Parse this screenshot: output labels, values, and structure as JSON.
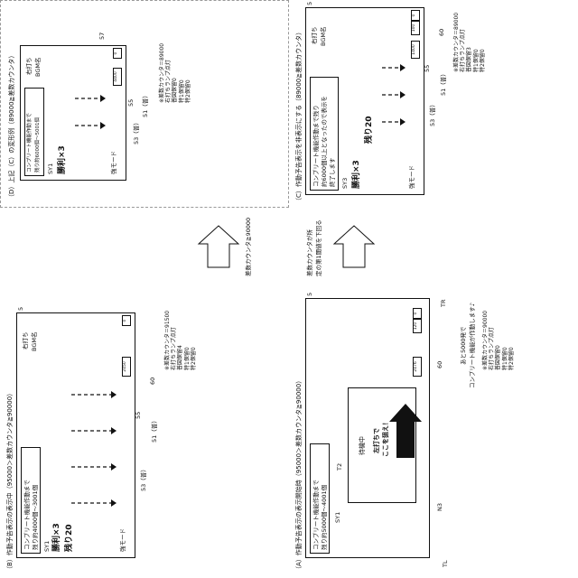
{
  "panelA": {
    "caption": "（A）作動予告表示の表示開始時（95000＞差数カウンタ≧90000）",
    "complete_line1": "コンプリート機能作動まで",
    "complete_line2": "残り約5000個～4001個",
    "sy1": "SY1",
    "t2": "T2",
    "standby": "待機中",
    "hint_line1": "左打ちで",
    "hint_line2": "ここを狙え！",
    "tr": "TR",
    "tl": "TL",
    "n3": "N3",
    "ref60": "60",
    "ref5": "5",
    "counter_val": "2476",
    "counter_small": "120",
    "counter_zero": "0",
    "callout_line1": "あと5000発で",
    "callout_line2": "コンプリート機能が作動します♪",
    "status": [
      "※差数カウンタ＝90000",
      "右打ちランプ点灯",
      "普図保留0",
      "特1保留0",
      "特2保留0"
    ]
  },
  "arrowDown": "差数カウンタ≧90000",
  "arrowUp_line1": "差数カウンタが所",
  "arrowUp_line2": "定の第1閾値を下回る",
  "panelB": {
    "caption": "（B）作動予告表示の表示中（95000＞差数カウンタ≧90000）",
    "complete_line1": "コンプリート機能作動まで",
    "complete_line2": "残り約4000個～3001個",
    "sy1": "SY1",
    "win": "勝利×3",
    "remain": "残り20",
    "right_line1": "右打ち",
    "right_line2": "BGM名",
    "ref55": "55",
    "ref53": "53（普）",
    "ref51": "51（普）",
    "ref60": "60",
    "ref5": "5",
    "counter_val": "2450",
    "counter_zero": "0",
    "mode": "強モード",
    "status": [
      "※差数カウンタ＝91500",
      "右打ちランプ点灯",
      "普図保留4",
      "特1保留0",
      "特2保留0"
    ]
  },
  "panelC": {
    "caption": "（C）作動予告表示を非表示にする（89000≧差数カウンタ）",
    "complete_line1": "コンプリート機能作動まで残り",
    "complete_line2": "約6000個以上となったので表示を",
    "complete_line3": "終了します",
    "sy3": "SY3",
    "win": "勝利×3",
    "remain": "残り20",
    "right_line1": "右打ち",
    "right_line2": "BGM名",
    "ref55": "55",
    "ref53": "53（普）",
    "ref51": "51（普）",
    "ref60": "60",
    "ref5": "5",
    "counter_val": "1400",
    "counter_small": "100",
    "counter_zero": "0",
    "mode": "強モード",
    "status": [
      "※差数カウンタ＝89000",
      "右打ちランプ点灯",
      "普図保留3",
      "特1保留0",
      "特2保留0"
    ]
  },
  "panelD": {
    "caption": "（D）上記（C）の変形例（89000≧差数カウンタ）",
    "complete_line1": "コンプリート機能作動まで",
    "complete_line2": "残り約6000個～5001個",
    "sy1": "SY1",
    "win": "勝利×3",
    "right_line1": "右打ち",
    "right_line2": "BGM名",
    "ref55": "55",
    "ref53": "53（普）",
    "ref51": "51（普）",
    "ref57": "57",
    "counter_val": "4400",
    "counter_zero": "0",
    "mode": "強モード",
    "status": [
      "※差数カウンタ＝89000",
      "右打ちランプ点灯",
      "普図保留0",
      "特1保留0",
      "特2保留0"
    ]
  }
}
